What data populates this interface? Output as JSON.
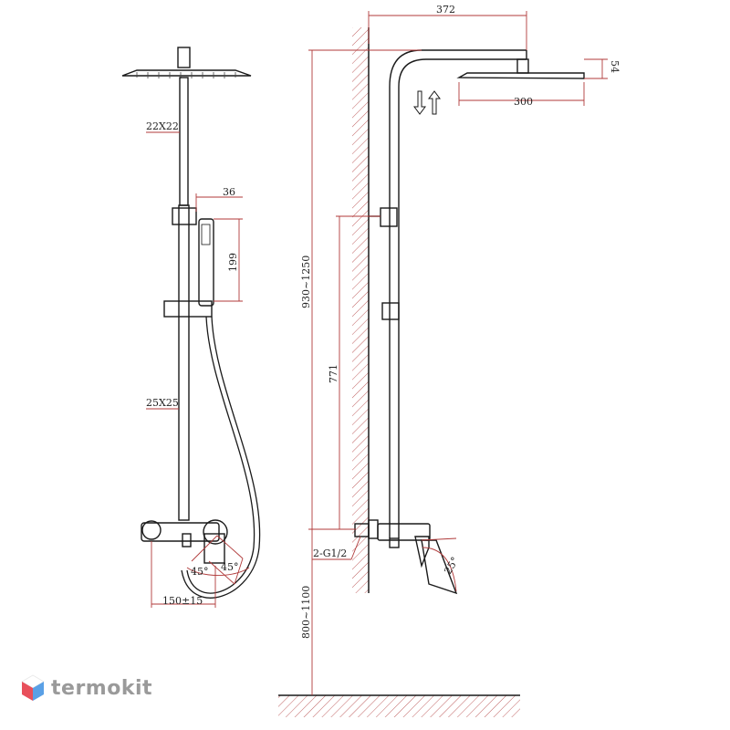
{
  "dimensions": {
    "top_width": "372",
    "head_height": "54",
    "head_width": "300",
    "bar_size_upper": "22X22",
    "bar_size_lower": "25X25",
    "handset_head": "36",
    "handset_length": "199",
    "total_height": "930~1250",
    "slide_length": "771",
    "inlet_thread": "2-G1/2",
    "mount_height": "800~1100",
    "spout_angle": "25°",
    "lever_angle_left": "45°",
    "lever_angle_right": "45°",
    "inlet_spacing": "150±15"
  },
  "brand": {
    "name": "termokit",
    "logo": "cube-logo-icon",
    "colors": [
      "#e8505b",
      "#5aa0e6",
      "#ffffff"
    ]
  },
  "colors": {
    "dimension": "#b03a3a",
    "outline": "#1a1a1a",
    "hatch": "#b03a3a"
  }
}
